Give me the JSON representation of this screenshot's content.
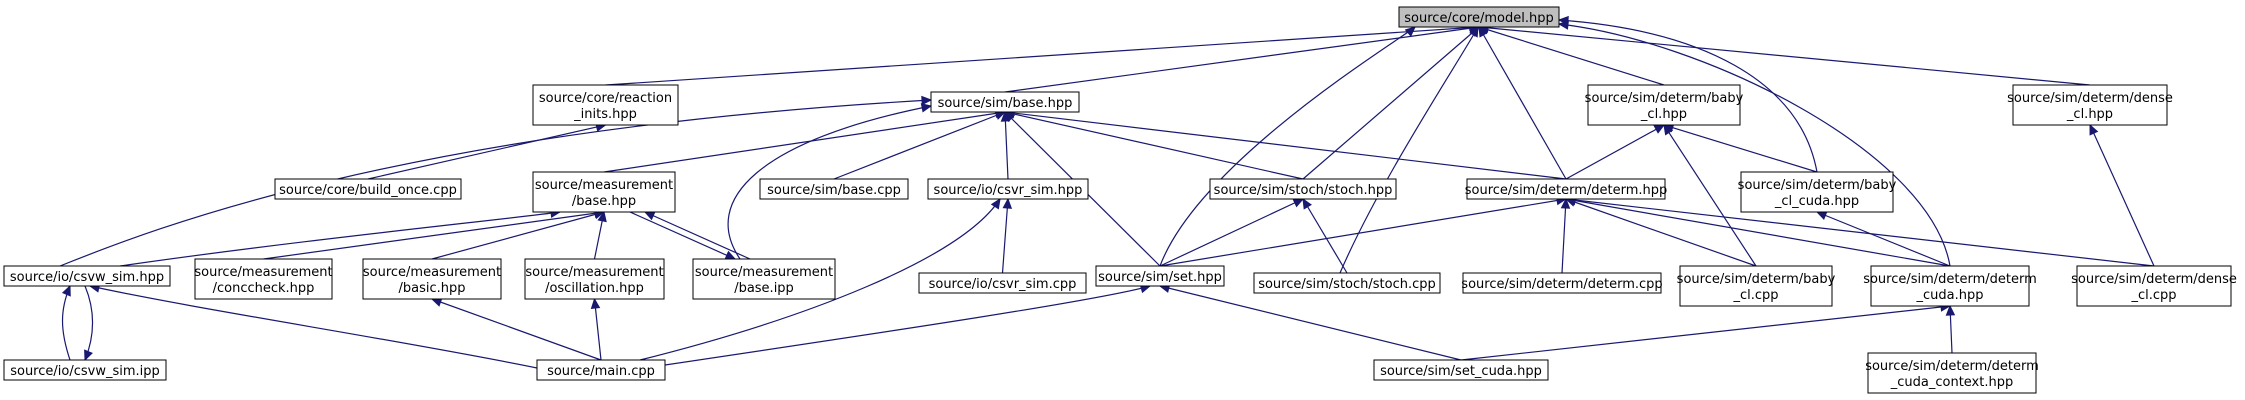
{
  "graph": {
    "nodes": [
      {
        "id": "model",
        "lines": [
          "source/core/model.hpp"
        ],
        "root": true
      },
      {
        "id": "reaction_inits",
        "lines": [
          "source/core/reaction",
          "_inits.hpp"
        ]
      },
      {
        "id": "sim_base",
        "lines": [
          "source/sim/base.hpp"
        ]
      },
      {
        "id": "baby_cl_hpp",
        "lines": [
          "source/sim/determ/baby",
          "_cl.hpp"
        ]
      },
      {
        "id": "dense_cl_hpp",
        "lines": [
          "source/sim/determ/dense",
          "_cl.hpp"
        ]
      },
      {
        "id": "build_once",
        "lines": [
          "source/core/build_once.cpp"
        ]
      },
      {
        "id": "meas_base",
        "lines": [
          "source/measurement",
          "/base.hpp"
        ]
      },
      {
        "id": "sim_base_cpp",
        "lines": [
          "source/sim/base.cpp"
        ]
      },
      {
        "id": "csvr_sim_hpp",
        "lines": [
          "source/io/csvr_sim.hpp"
        ]
      },
      {
        "id": "stoch_hpp",
        "lines": [
          "source/sim/stoch/stoch.hpp"
        ]
      },
      {
        "id": "determ_hpp",
        "lines": [
          "source/sim/determ/determ.hpp"
        ]
      },
      {
        "id": "baby_cl_cuda_hpp",
        "lines": [
          "source/sim/determ/baby",
          "_cl_cuda.hpp"
        ]
      },
      {
        "id": "csvw_sim_hpp",
        "lines": [
          "source/io/csvw_sim.hpp"
        ]
      },
      {
        "id": "conccheck",
        "lines": [
          "source/measurement",
          "/conccheck.hpp"
        ]
      },
      {
        "id": "basic",
        "lines": [
          "source/measurement",
          "/basic.hpp"
        ]
      },
      {
        "id": "oscillation",
        "lines": [
          "source/measurement",
          "/oscillation.hpp"
        ]
      },
      {
        "id": "meas_base_ipp",
        "lines": [
          "source/measurement",
          "/base.ipp"
        ]
      },
      {
        "id": "csvr_sim_cpp",
        "lines": [
          "source/io/csvr_sim.cpp"
        ]
      },
      {
        "id": "set_hpp",
        "lines": [
          "source/sim/set.hpp"
        ]
      },
      {
        "id": "stoch_cpp",
        "lines": [
          "source/sim/stoch/stoch.cpp"
        ]
      },
      {
        "id": "determ_cpp",
        "lines": [
          "source/sim/determ/determ.cpp"
        ]
      },
      {
        "id": "baby_cl_cpp",
        "lines": [
          "source/sim/determ/baby",
          "_cl.cpp"
        ]
      },
      {
        "id": "determ_cuda_hpp",
        "lines": [
          "source/sim/determ/determ",
          "_cuda.hpp"
        ]
      },
      {
        "id": "dense_cl_cpp",
        "lines": [
          "source/sim/determ/dense",
          "_cl.cpp"
        ]
      },
      {
        "id": "csvw_sim_ipp",
        "lines": [
          "source/io/csvw_sim.ipp"
        ]
      },
      {
        "id": "main_cpp",
        "lines": [
          "source/main.cpp"
        ]
      },
      {
        "id": "set_cuda",
        "lines": [
          "source/sim/set_cuda.hpp"
        ]
      },
      {
        "id": "determ_cuda_context",
        "lines": [
          "source/sim/determ/determ",
          "_cuda_context.hpp"
        ]
      }
    ],
    "edges": [
      {
        "from": "reaction_inits",
        "to": "model"
      },
      {
        "from": "sim_base",
        "to": "model"
      },
      {
        "from": "baby_cl_hpp",
        "to": "model"
      },
      {
        "from": "dense_cl_hpp",
        "to": "model"
      },
      {
        "from": "stoch_hpp",
        "to": "model"
      },
      {
        "from": "determ_hpp",
        "to": "model"
      },
      {
        "from": "baby_cl_cuda_hpp",
        "to": "model"
      },
      {
        "from": "set_hpp",
        "to": "model"
      },
      {
        "from": "stoch_cpp",
        "to": "model"
      },
      {
        "from": "determ_cuda_hpp",
        "to": "model"
      },
      {
        "from": "build_once",
        "to": "reaction_inits"
      },
      {
        "from": "meas_base",
        "to": "sim_base"
      },
      {
        "from": "sim_base_cpp",
        "to": "sim_base"
      },
      {
        "from": "csvr_sim_hpp",
        "to": "sim_base"
      },
      {
        "from": "stoch_hpp",
        "to": "sim_base"
      },
      {
        "from": "determ_hpp",
        "to": "sim_base"
      },
      {
        "from": "set_hpp",
        "to": "sim_base"
      },
      {
        "from": "csvw_sim_hpp",
        "to": "sim_base"
      },
      {
        "from": "meas_base_ipp",
        "to": "sim_base"
      },
      {
        "from": "determ_hpp",
        "to": "baby_cl_hpp"
      },
      {
        "from": "baby_cl_cuda_hpp",
        "to": "baby_cl_hpp"
      },
      {
        "from": "baby_cl_cpp",
        "to": "baby_cl_hpp"
      },
      {
        "from": "dense_cl_cpp",
        "to": "dense_cl_hpp"
      },
      {
        "from": "csvw_sim_hpp",
        "to": "meas_base"
      },
      {
        "from": "conccheck",
        "to": "meas_base"
      },
      {
        "from": "basic",
        "to": "meas_base"
      },
      {
        "from": "oscillation",
        "to": "meas_base"
      },
      {
        "from": "meas_base_ipp",
        "to": "meas_base"
      },
      {
        "from": "meas_base",
        "to": "meas_base_ipp"
      },
      {
        "from": "csvr_sim_cpp",
        "to": "csvr_sim_hpp"
      },
      {
        "from": "main_cpp",
        "to": "csvr_sim_hpp"
      },
      {
        "from": "set_hpp",
        "to": "stoch_hpp"
      },
      {
        "from": "stoch_cpp",
        "to": "stoch_hpp"
      },
      {
        "from": "set_hpp",
        "to": "determ_hpp"
      },
      {
        "from": "determ_cpp",
        "to": "determ_hpp"
      },
      {
        "from": "baby_cl_cpp",
        "to": "determ_hpp"
      },
      {
        "from": "determ_cuda_hpp",
        "to": "determ_hpp"
      },
      {
        "from": "dense_cl_cpp",
        "to": "determ_hpp"
      },
      {
        "from": "determ_cuda_hpp",
        "to": "baby_cl_cuda_hpp"
      },
      {
        "from": "csvw_sim_ipp",
        "to": "csvw_sim_hpp"
      },
      {
        "from": "csvw_sim_hpp",
        "to": "csvw_sim_ipp"
      },
      {
        "from": "main_cpp",
        "to": "csvw_sim_hpp"
      },
      {
        "from": "main_cpp",
        "to": "basic"
      },
      {
        "from": "main_cpp",
        "to": "oscillation"
      },
      {
        "from": "main_cpp",
        "to": "set_hpp"
      },
      {
        "from": "set_cuda",
        "to": "set_hpp"
      },
      {
        "from": "set_cuda",
        "to": "determ_cuda_hpp"
      },
      {
        "from": "determ_cuda_context",
        "to": "determ_cuda_hpp"
      }
    ]
  }
}
